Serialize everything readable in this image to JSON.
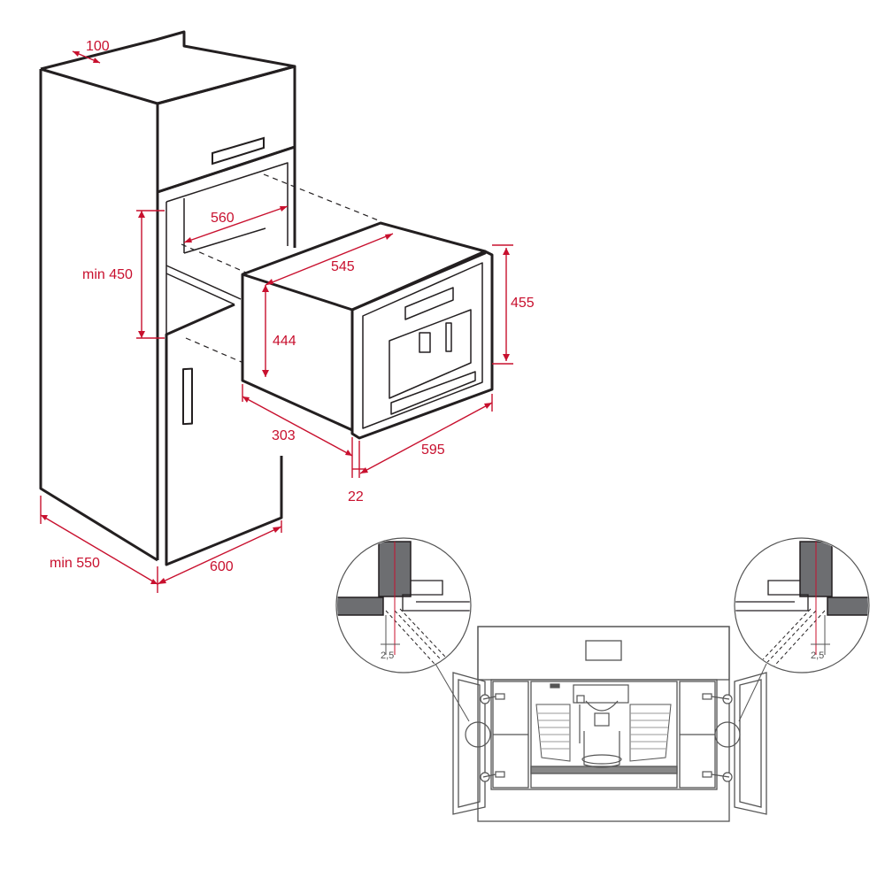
{
  "colors": {
    "line": "#231f20",
    "dimension": "#c8102e",
    "panel_fill": "#6d6e71",
    "thin_line": "#555555"
  },
  "dimensions": {
    "top_depth": "100",
    "niche_width": "560",
    "niche_height": "min 450",
    "appliance_width": "545",
    "front_height": "455",
    "body_height": "444",
    "body_depth": "303",
    "front_width": "595",
    "front_thickness": "22",
    "cabinet_depth": "min 550",
    "cabinet_width": "600"
  },
  "detail": {
    "left_gap": "2,5",
    "right_gap": "2,5"
  }
}
